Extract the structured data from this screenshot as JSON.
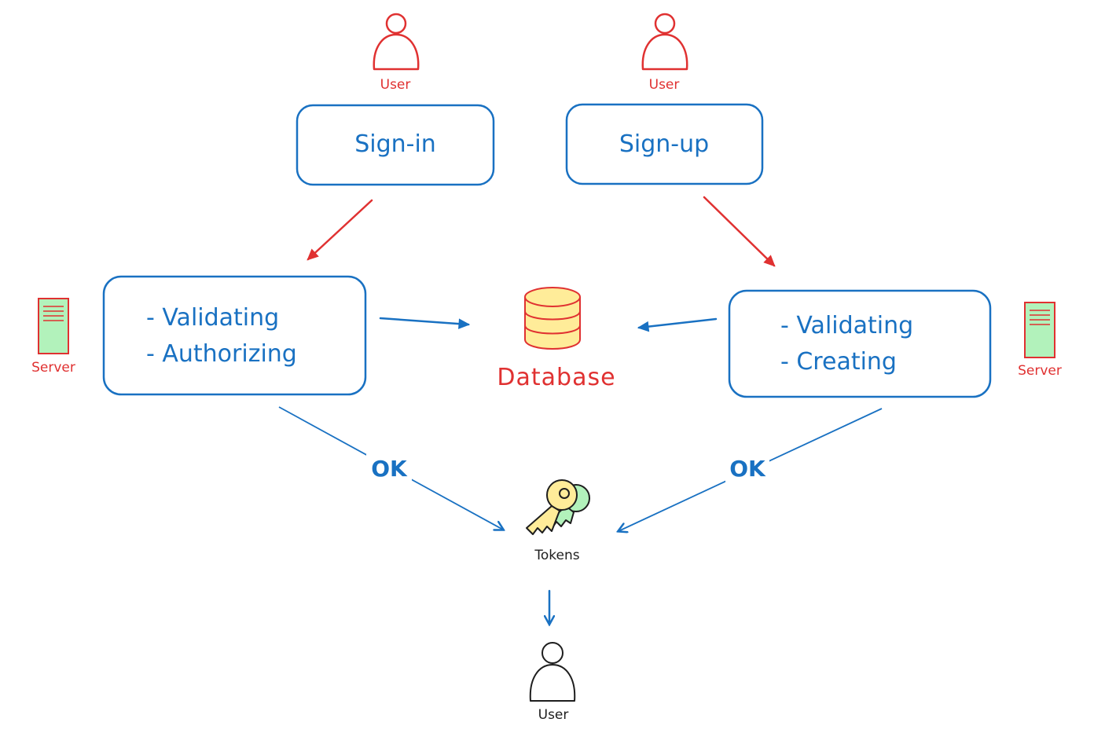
{
  "users": {
    "top_left": "User",
    "top_right": "User",
    "bottom": "User"
  },
  "boxes": {
    "sign_in": "Sign-in",
    "sign_up": "Sign-up",
    "left_process": {
      "line1": "- Validating",
      "line2": "- Authorizing"
    },
    "right_process": {
      "line1": "- Validating",
      "line2": "- Creating"
    }
  },
  "servers": {
    "left": "Server",
    "right": "Server"
  },
  "database": {
    "label": "Database"
  },
  "tokens": {
    "label": "Tokens"
  },
  "edges": {
    "ok_left": "OK",
    "ok_right": "OK"
  },
  "colors": {
    "blue": "#1971c2",
    "red": "#e03131",
    "server_fill": "#b2f2bb",
    "db_fill": "#ffec99",
    "key_yellow": "#ffec99",
    "key_green": "#b2f2bb"
  }
}
